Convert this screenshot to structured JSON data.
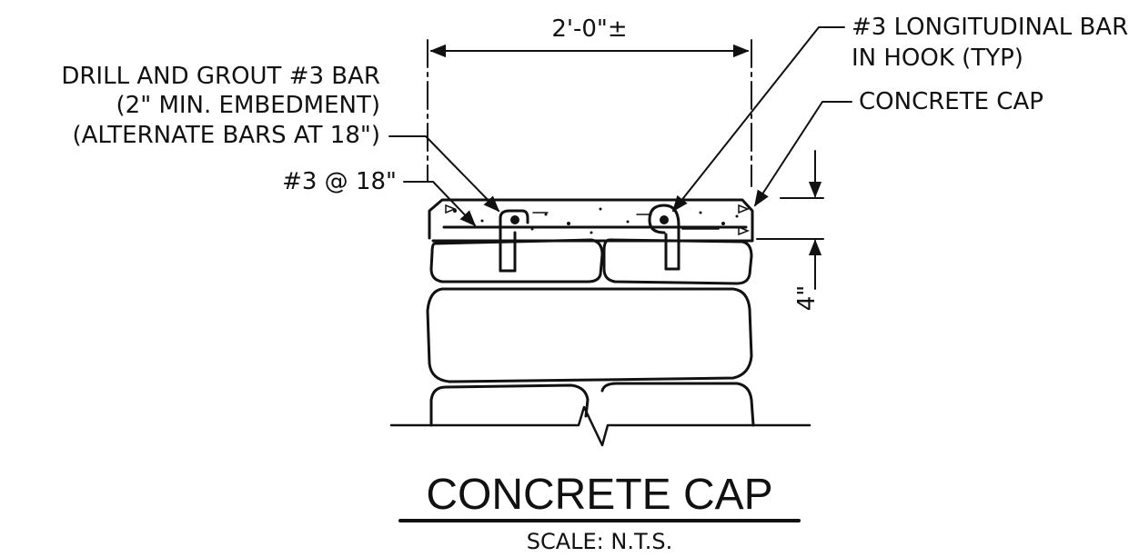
{
  "dimension_width": "2'-0\"±",
  "dimension_height": "4\"",
  "labels": {
    "drill_line1": "DRILL AND GROUT #3 BAR",
    "drill_line2": "(2\" MIN. EMBEDMENT)",
    "drill_line3": "(ALTERNATE BARS AT 18\")",
    "spacing": "#3 @ 18\"",
    "longitudinal_line1": "#3 LONGITUDINAL BAR",
    "longitudinal_line2": "IN HOOK (TYP)",
    "concrete_cap": "CONCRETE CAP"
  },
  "title": "CONCRETE CAP",
  "scale": "SCALE: N.T.S.",
  "colors": {
    "ink": "#111111",
    "background": "#ffffff"
  }
}
